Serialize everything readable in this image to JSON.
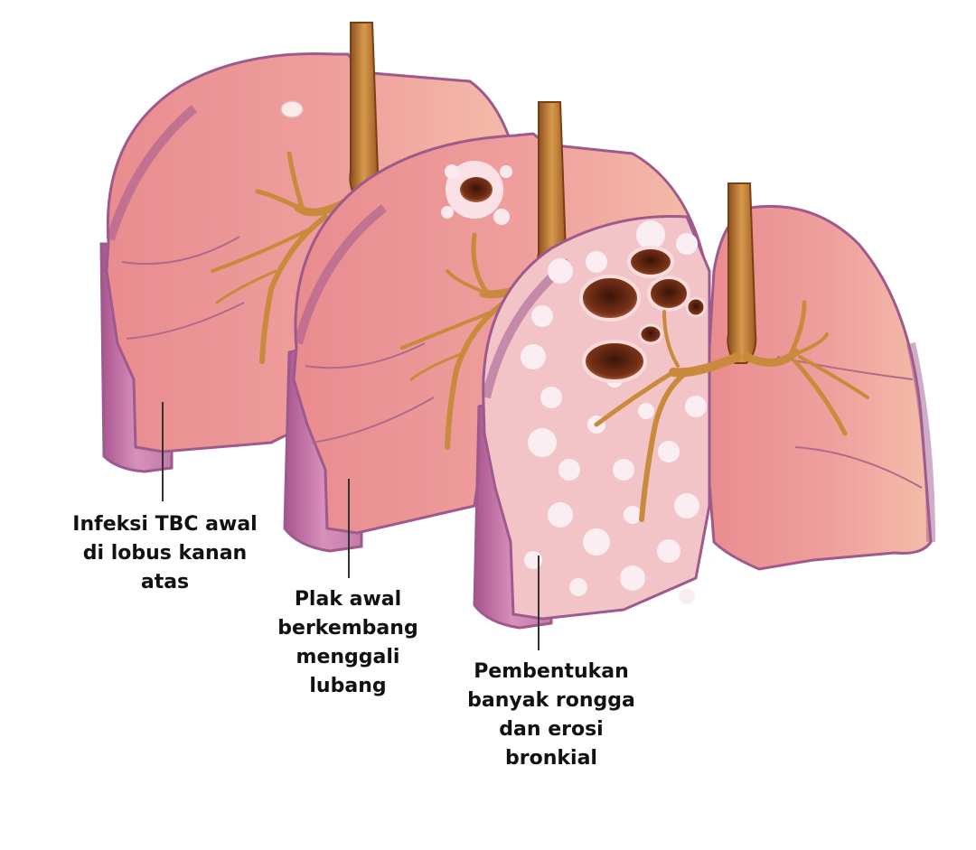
{
  "stages": [
    {
      "label_lines": [
        "Infeksi TBC awal",
        "di lobus kanan",
        "atas"
      ]
    },
    {
      "label_lines": [
        "Plak awal",
        "berkembang",
        "menggali",
        "lubang"
      ]
    },
    {
      "label_lines": [
        "Pembentukan",
        "banyak rongga",
        "dan erosi",
        "bronkial"
      ]
    }
  ],
  "colors": {
    "lung_face": "#ee9a9a",
    "lung_face_light": "#f6c3b4",
    "lung_edge": "#b46aa0",
    "lung_side": "#d58fb8",
    "airway": "#c98a3c",
    "airway_dark": "#9a5a1e",
    "lesion": "#fbe9ee",
    "cavity": "#6a2a1a",
    "label_text": "#111111",
    "leader_line": "#333333"
  }
}
